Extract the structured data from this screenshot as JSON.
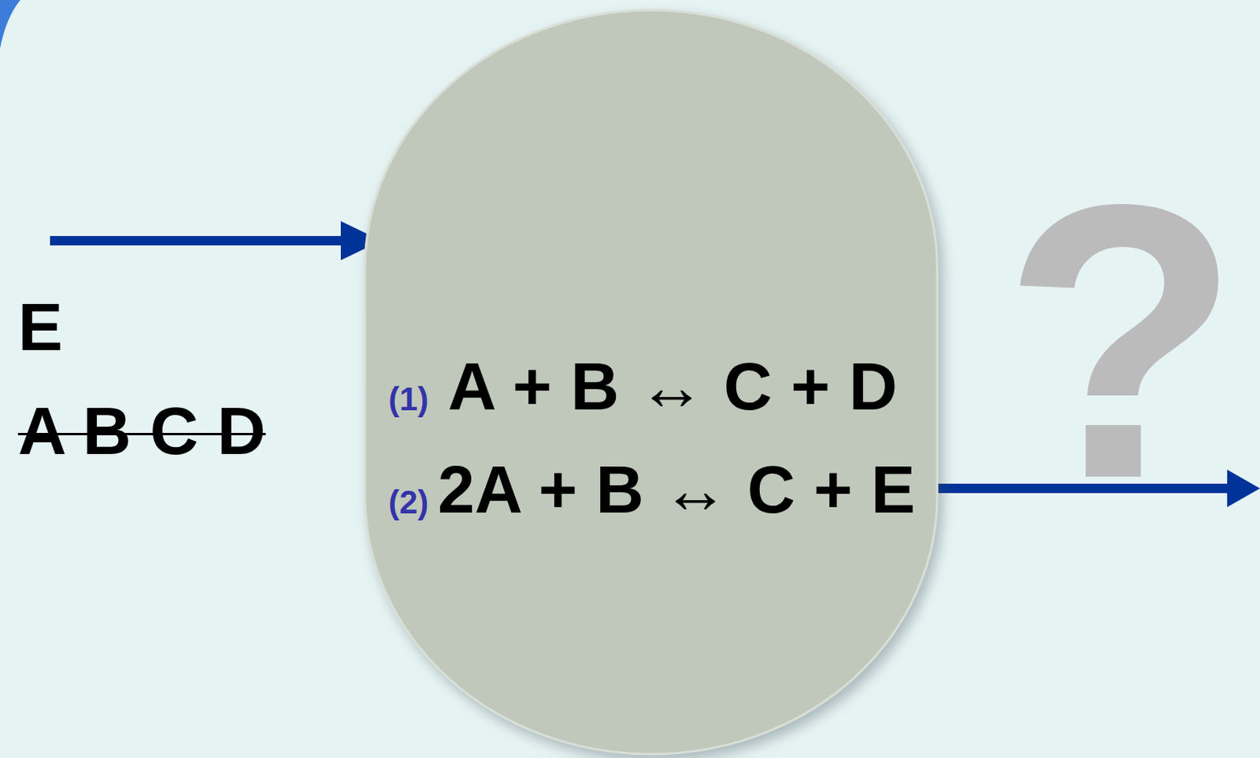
{
  "diagram": {
    "nodes": [
      {
        "text": [
          "(1)",
          "A + B ↔ C + D",
          "(2)",
          "2A + B ↔ C + E"
        ]
      }
    ],
    "labels": [
      "E",
      "A B C D",
      "?"
    ]
  }
}
